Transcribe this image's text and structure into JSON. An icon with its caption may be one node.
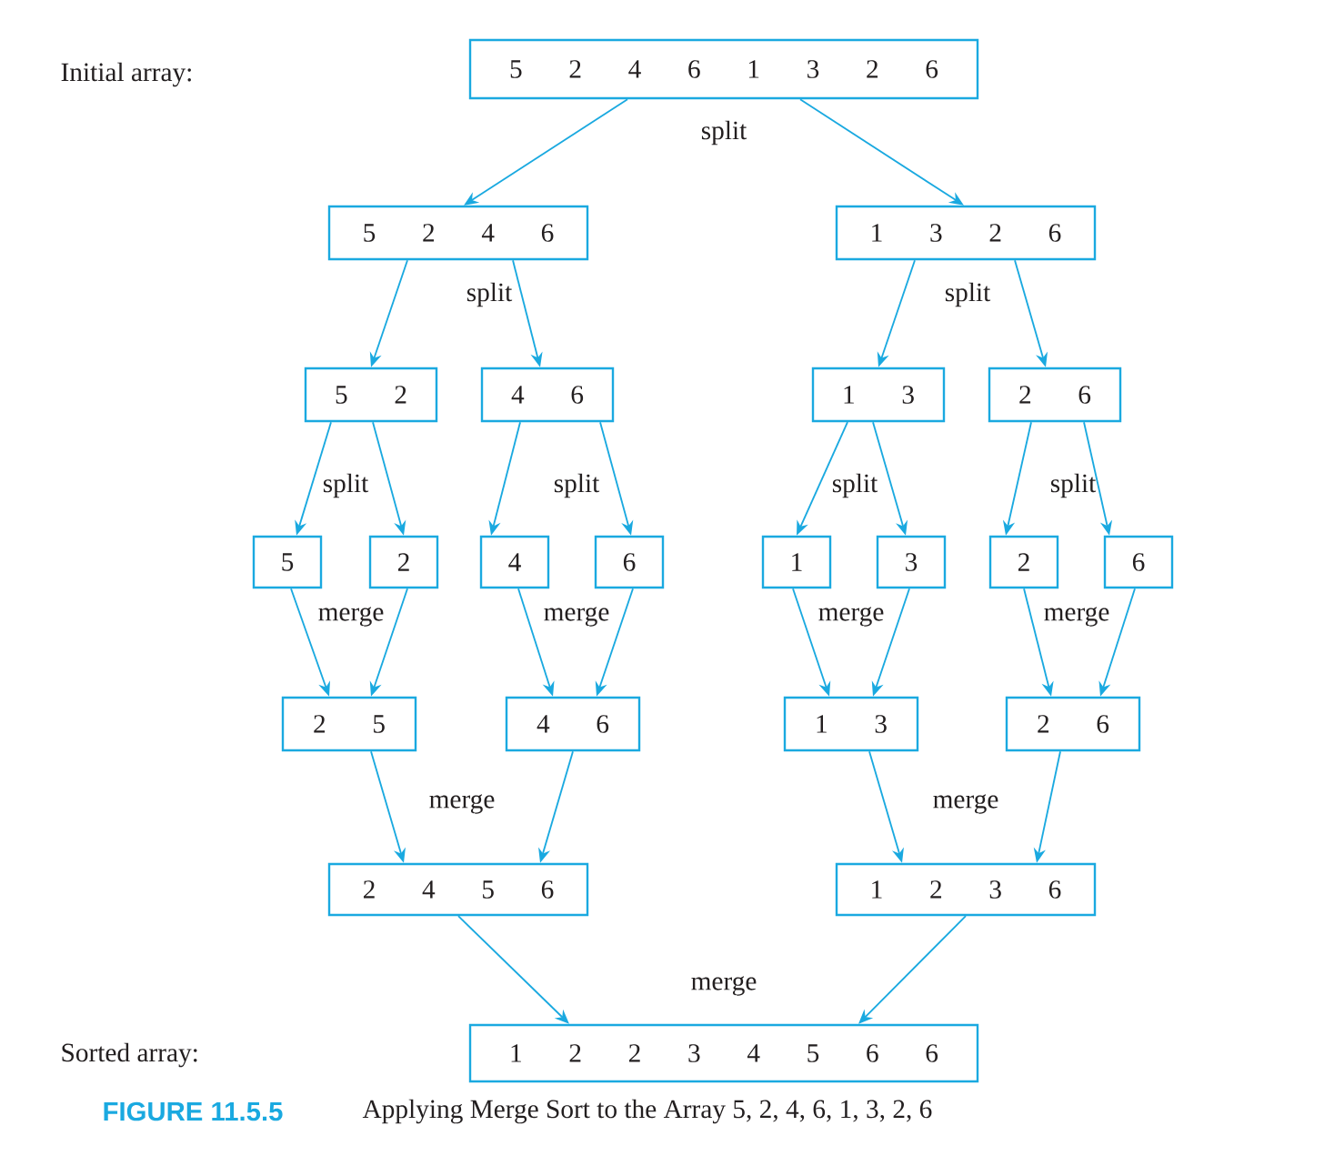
{
  "diagram": {
    "caption": "Applying Merge Sort to the Array 5, 2, 4, 6, 1, 3, 2, 6",
    "nodes": [
      {
        "text": [
          "5 2 4 6 1 3 2 6"
        ]
      },
      {
        "text": [
          "5 2 4 6"
        ]
      },
      {
        "text": [
          "1 3 2 6"
        ]
      },
      {
        "text": [
          "5 2"
        ]
      },
      {
        "text": [
          "4 6"
        ]
      },
      {
        "text": [
          "1 3"
        ]
      },
      {
        "text": [
          "2 6"
        ]
      },
      {
        "text": [
          "5"
        ]
      },
      {
        "text": [
          "2"
        ]
      },
      {
        "text": [
          "4"
        ]
      },
      {
        "text": [
          "6"
        ]
      },
      {
        "text": [
          "1"
        ]
      },
      {
        "text": [
          "3"
        ]
      },
      {
        "text": [
          "2"
        ]
      },
      {
        "text": [
          "6"
        ]
      },
      {
        "text": [
          "2 5"
        ]
      },
      {
        "text": [
          "4 6"
        ]
      },
      {
        "text": [
          "1 3"
        ]
      },
      {
        "text": [
          "2 6"
        ]
      },
      {
        "text": [
          "2 4 5 6"
        ]
      },
      {
        "text": [
          "1 2 3 6"
        ]
      },
      {
        "text": [
          "1 2 2 3 4 5 6 6"
        ]
      }
    ],
    "edges": [
      {
        "from": 0,
        "to": 1,
        "arrow": "to"
      },
      {
        "from": 0,
        "to": 2,
        "arrow": "to"
      },
      {
        "from": 1,
        "to": 3,
        "arrow": "to"
      },
      {
        "from": 1,
        "to": 4,
        "arrow": "to"
      },
      {
        "from": 2,
        "to": 5,
        "arrow": "to"
      },
      {
        "from": 2,
        "to": 6,
        "arrow": "to"
      },
      {
        "from": 3,
        "to": 7,
        "arrow": "to"
      },
      {
        "from": 3,
        "to": 8,
        "arrow": "to"
      },
      {
        "from": 4,
        "to": 9,
        "arrow": "to"
      },
      {
        "from": 4,
        "to": 10,
        "arrow": "to"
      },
      {
        "from": 5,
        "to": 11,
        "arrow": "to"
      },
      {
        "from": 5,
        "to": 12,
        "arrow": "to"
      },
      {
        "from": 6,
        "to": 13,
        "arrow": "to"
      },
      {
        "from": 6,
        "to": 14,
        "arrow": "to"
      },
      {
        "from": 7,
        "to": 15,
        "arrow": "to"
      },
      {
        "from": 8,
        "to": 15,
        "arrow": "to"
      },
      {
        "from": 9,
        "to": 16,
        "arrow": "to"
      },
      {
        "from": 10,
        "to": 16,
        "arrow": "to"
      },
      {
        "from": 11,
        "to": 17,
        "arrow": "to"
      },
      {
        "from": 12,
        "to": 17,
        "arrow": "to"
      },
      {
        "from": 13,
        "to": 18,
        "arrow": "to"
      },
      {
        "from": 14,
        "to": 18,
        "arrow": "to"
      },
      {
        "from": 15,
        "to": 19,
        "arrow": "to"
      },
      {
        "from": 16,
        "to": 19,
        "arrow": "to"
      },
      {
        "from": 17,
        "to": 20,
        "arrow": "to"
      },
      {
        "from": 18,
        "to": 20,
        "arrow": "to"
      },
      {
        "from": 19,
        "to": 21,
        "arrow": "to"
      },
      {
        "from": 20,
        "to": 21,
        "arrow": "to"
      }
    ],
    "labels": [
      "Initial array:",
      "split",
      "split",
      "split",
      "split",
      "split",
      "split",
      "split",
      "merge",
      "merge",
      "merge",
      "merge",
      "merge",
      "merge",
      "merge",
      "Sorted array:",
      "FIGURE 11.5.5"
    ]
  }
}
